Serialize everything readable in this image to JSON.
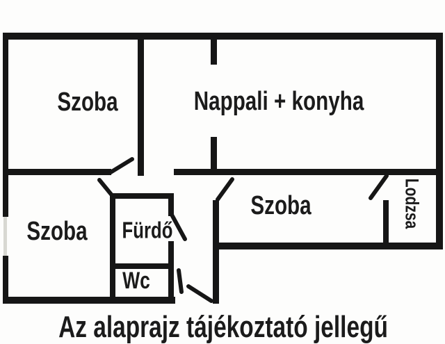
{
  "plan": {
    "labels": {
      "szoba_top_left": "Szoba",
      "nappali_konyha": "Nappali + konyha",
      "szoba_bottom_left": "Szoba",
      "furdo": "Fürdő",
      "wc": "Wc",
      "szoba_middle": "Szoba",
      "lodzsa": "Lodzsa"
    },
    "caption": "Az alaprajz tájékoztató jellegű"
  },
  "colors": {
    "wall": "#161616",
    "text": "#1b1b1b",
    "window": "#d8d8d2",
    "background": "#fdfdfc"
  }
}
